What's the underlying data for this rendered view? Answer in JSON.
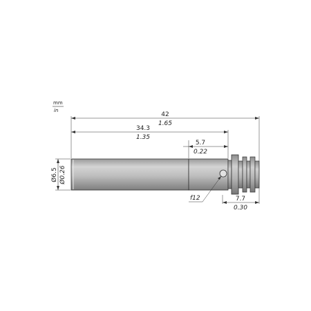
{
  "units": {
    "primary": "mm",
    "secondary": "in"
  },
  "dimensions": {
    "overall_length": {
      "mm": "42",
      "in": "1.65"
    },
    "body_length": {
      "mm": "34.3",
      "in": "1.35"
    },
    "step_length": {
      "mm": "5.7",
      "in": "0.22"
    },
    "connector_length": {
      "mm": "7.7",
      "in": "0.30"
    },
    "diameter": {
      "mm": "Ø6.5",
      "in": "Ø0.26"
    }
  },
  "callout": {
    "label": "f12"
  },
  "colors": {
    "body_light": "#c8c8c8",
    "body_dark": "#8a8a8a",
    "line": "#333333"
  }
}
